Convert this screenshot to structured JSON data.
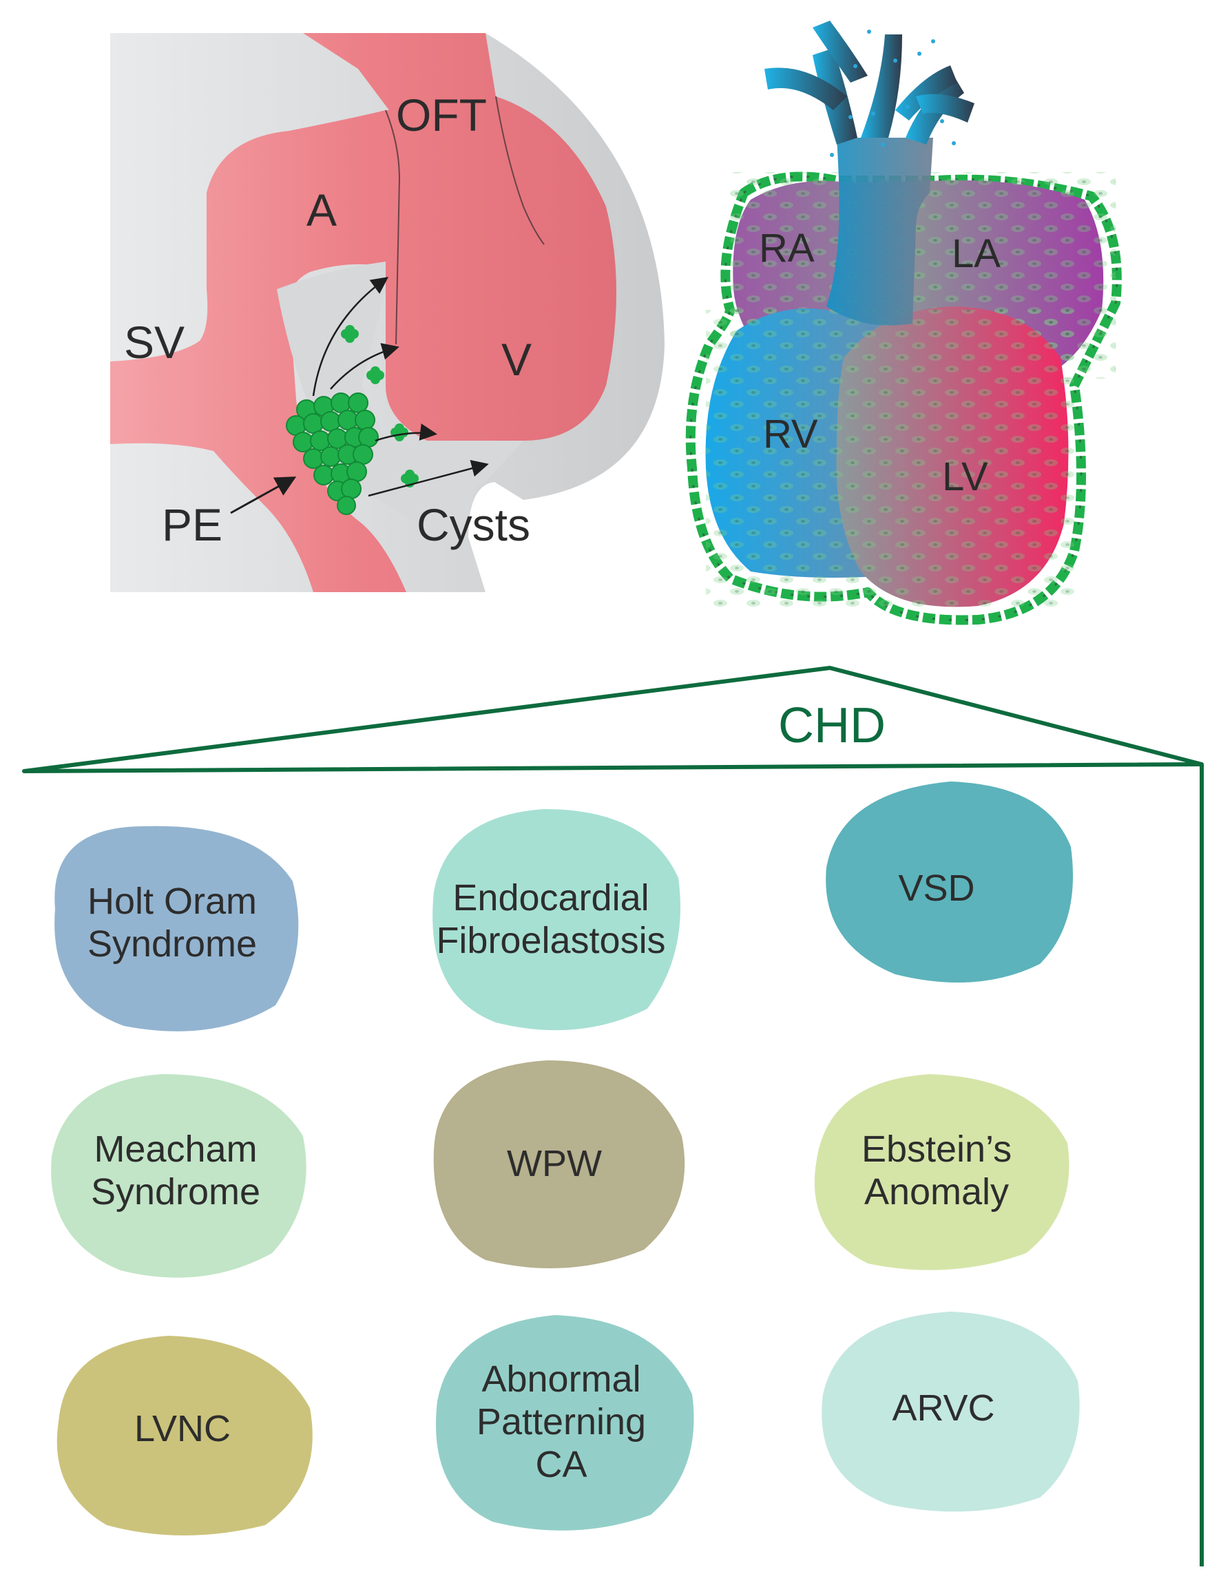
{
  "embryo_labels": {
    "oft": "OFT",
    "a": "A",
    "sv": "SV",
    "v": "V",
    "pe": "PE",
    "cysts": "Cysts"
  },
  "heart_labels": {
    "ra": "RA",
    "la": "LA",
    "rv": "RV",
    "lv": "LV"
  },
  "chd_label": "CHD",
  "diseases": [
    {
      "lines": [
        "Holt Oram",
        "Syndrome"
      ],
      "color": "#93b4d0"
    },
    {
      "lines": [
        "Endocardial",
        "Fibroelastosis"
      ],
      "color": "#a6e0d3"
    },
    {
      "lines": [
        "VSD"
      ],
      "color": "#5cb3bb"
    },
    {
      "lines": [
        "Meacham",
        "Syndrome"
      ],
      "color": "#c1e5c6"
    },
    {
      "lines": [
        "WPW"
      ],
      "color": "#b6b18e"
    },
    {
      "lines": [
        "Ebstein’s",
        "Anomaly"
      ],
      "color": "#d5e5a8"
    },
    {
      "lines": [
        "LVNC"
      ],
      "color": "#cbc37b"
    },
    {
      "lines": [
        "Abnormal",
        "Patterning",
        "CA"
      ],
      "color": "#93cfc8"
    },
    {
      "lines": [
        "ARVC"
      ],
      "color": "#c3e8e0"
    }
  ],
  "colors": {
    "tissue": "#ec7f87",
    "background_gray": "#d9dadc",
    "pe_green": "#1fb04b",
    "chd_line": "#0d6b3e"
  }
}
